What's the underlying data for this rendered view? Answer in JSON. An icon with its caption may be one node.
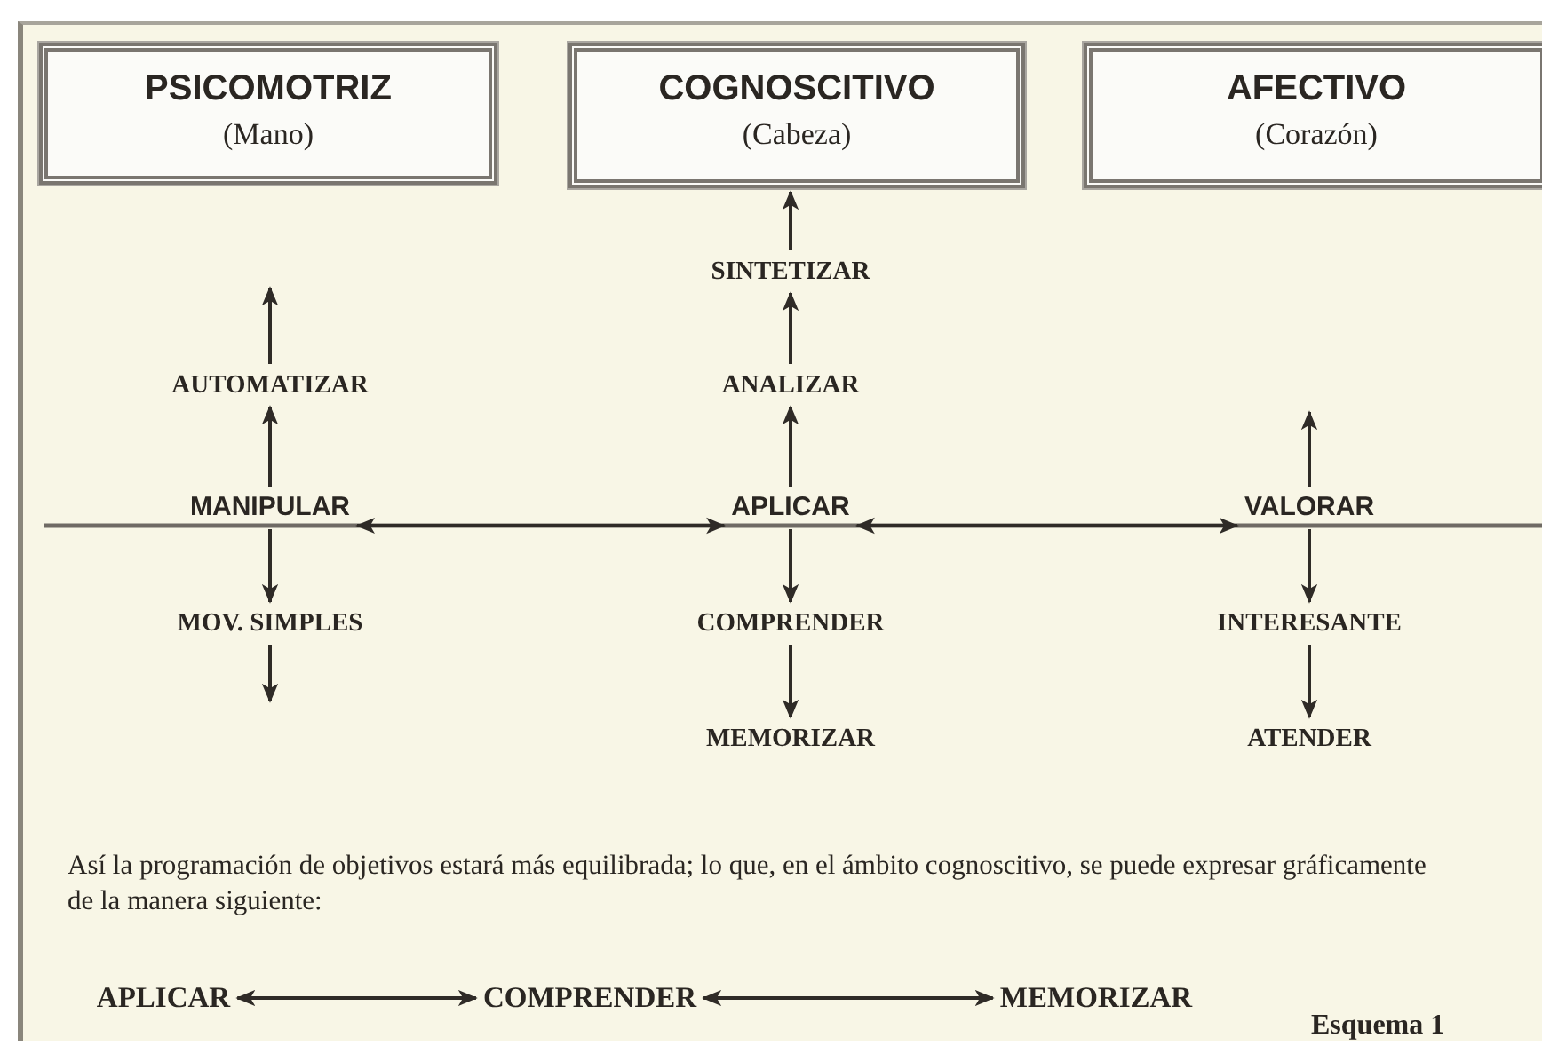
{
  "diagram": {
    "nodes": [
      {
        "text": [
          "PSICOMOTRIZ",
          "(Mano)"
        ]
      },
      {
        "text": [
          "COGNOSCITIVO",
          "(Cabeza)"
        ]
      },
      {
        "text": [
          "AFECTIVO",
          "(Corazón)"
        ]
      },
      {
        "text": [
          "AUTOMATIZAR"
        ]
      },
      {
        "text": [
          "MANIPULAR"
        ]
      },
      {
        "text": [
          "MOV. SIMPLES"
        ]
      },
      {
        "text": [
          "SINTETIZAR"
        ]
      },
      {
        "text": [
          "ANALIZAR"
        ]
      },
      {
        "text": [
          "APLICAR"
        ]
      },
      {
        "text": [
          "COMPRENDER"
        ]
      },
      {
        "text": [
          "MEMORIZAR"
        ]
      },
      {
        "text": [
          "VALORAR"
        ]
      },
      {
        "text": [
          "INTERESANTE"
        ]
      },
      {
        "text": [
          "ATENDER"
        ]
      },
      {
        "text": [
          "APLICAR"
        ]
      },
      {
        "text": [
          "COMPRENDER"
        ]
      },
      {
        "text": [
          "MEMORIZAR"
        ]
      }
    ],
    "edges": [
      {
        "from": 3,
        "to": null,
        "arrow": "to"
      },
      {
        "from": 4,
        "to": 3,
        "arrow": "to"
      },
      {
        "from": 4,
        "to": 5,
        "arrow": "to"
      },
      {
        "from": 5,
        "to": null,
        "arrow": "to"
      },
      {
        "from": 6,
        "to": 1,
        "arrow": "to"
      },
      {
        "from": 7,
        "to": 6,
        "arrow": "to"
      },
      {
        "from": 8,
        "to": 7,
        "arrow": "to"
      },
      {
        "from": 8,
        "to": 9,
        "arrow": "to"
      },
      {
        "from": 9,
        "to": 10,
        "arrow": "to"
      },
      {
        "from": 11,
        "to": null,
        "arrow": "to"
      },
      {
        "from": 11,
        "to": 12,
        "arrow": "to"
      },
      {
        "from": 12,
        "to": 13,
        "arrow": "to"
      },
      {
        "from": 4,
        "to": 8,
        "arrow": "both"
      },
      {
        "from": 8,
        "to": 11,
        "arrow": "both"
      },
      {
        "from": 14,
        "to": 15,
        "arrow": "both"
      },
      {
        "from": 15,
        "to": 16,
        "arrow": "both"
      }
    ],
    "labels": [
      "Así la programación de objetivos estará más equilibrada; lo que, en el ámbito cognoscitivo, se puede expresar gráficamente de la manera siguiente:",
      "Esquema 1"
    ]
  }
}
